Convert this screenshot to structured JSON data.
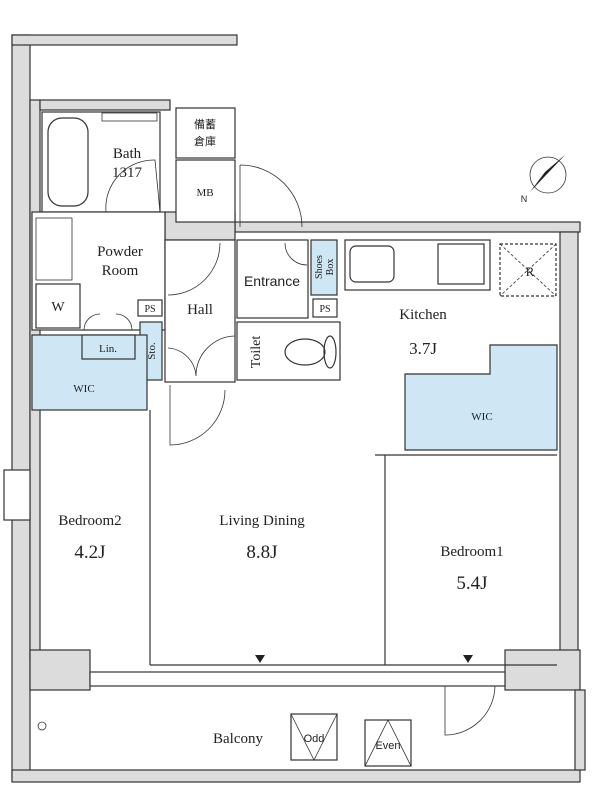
{
  "rooms": {
    "bath": "Bath",
    "bath_size": "1317",
    "storage_jp_1": "備蓄",
    "storage_jp_2": "倉庫",
    "mb": "MB",
    "powder_1": "Powder",
    "powder_2": "Room",
    "washer": "W",
    "ps": "PS",
    "hall": "Hall",
    "entrance": "Entrance",
    "shoes_1": "Shoes",
    "shoes_2": "Box",
    "toilet": "Toilet",
    "linen": "Lin.",
    "storage": "Sto.",
    "wic": "WIC",
    "kitchen": "Kitchen",
    "kitchen_size": "3.7J",
    "fridge": "R",
    "bedroom2": "Bedroom2",
    "bedroom2_size": "4.2J",
    "living": "Living Dining",
    "living_size": "8.8J",
    "bedroom1": "Bedroom1",
    "bedroom1_size": "5.4J",
    "balcony": "Balcony",
    "odd": "Odd",
    "even": "Even",
    "compass": "N"
  },
  "colors": {
    "closet": "#cfe7f5",
    "wall": "#dcdcdc"
  }
}
